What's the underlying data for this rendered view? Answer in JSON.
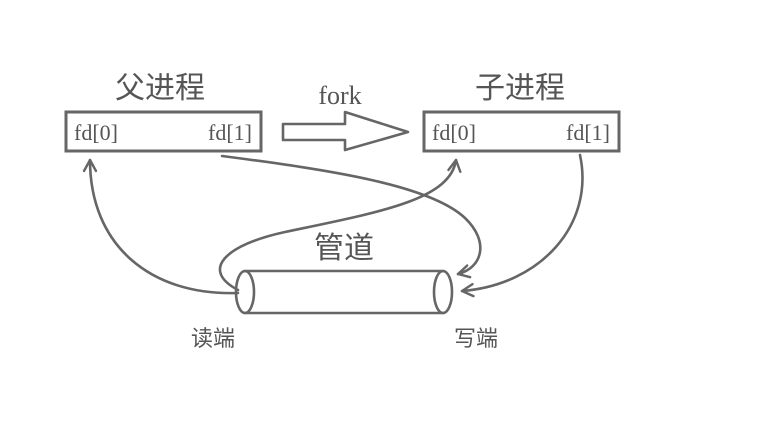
{
  "parent_process": {
    "title": "父进程",
    "fd0": "fd[0]",
    "fd1": "fd[1]"
  },
  "child_process": {
    "title": "子进程",
    "fd0": "fd[0]",
    "fd1": "fd[1]"
  },
  "fork_label": "fork",
  "pipe": {
    "title": "管道",
    "read_end": "读端",
    "write_end": "写端"
  },
  "colors": {
    "stroke": "#666666",
    "text": "#555555",
    "background": "#ffffff"
  }
}
